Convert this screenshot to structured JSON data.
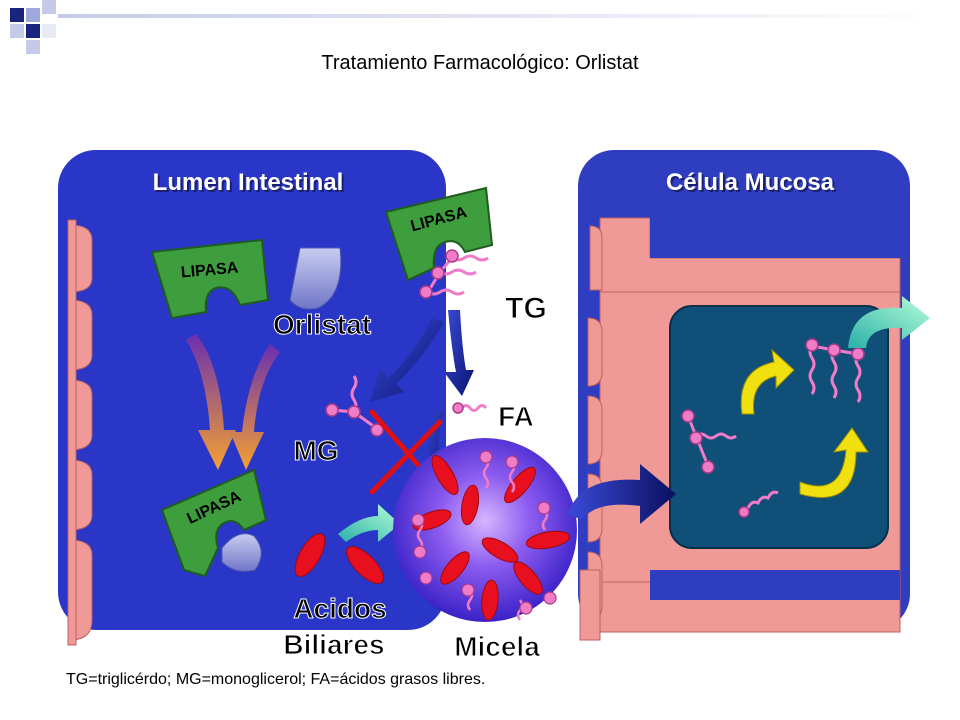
{
  "slide": {
    "title": "Tratamiento Farmacológico: Orlistat",
    "footnote": "TG=triglicérdo; MG=monoglicerol; FA=ácidos grasos libres."
  },
  "diagram": {
    "lumen_label": "Lumen Intestinal",
    "cell_label": "Célula Mucosa",
    "lipase_label": "LIPASA",
    "orlistat_label": "Orlistat",
    "tg_label": "TG",
    "fa_label": "FA",
    "mg_label": "MG",
    "bile_label_1": "Acidos",
    "bile_label_2": "Biliares",
    "micelle_label": "Micela"
  },
  "colors": {
    "lumen_blue": "#2A36C8",
    "cell_blue": "#2F3DC0",
    "villi_pink": "#F09A98",
    "inner_teal": "#0F4F78",
    "lipase_green": "#3E9E3E",
    "lipid_pink": "#F07CC8",
    "bile_red": "#E8101E",
    "inhibit_red": "#E01010",
    "yellow_arrow": "#F0E010",
    "label_white": "#FFFFFF",
    "label_black": "#000000"
  }
}
